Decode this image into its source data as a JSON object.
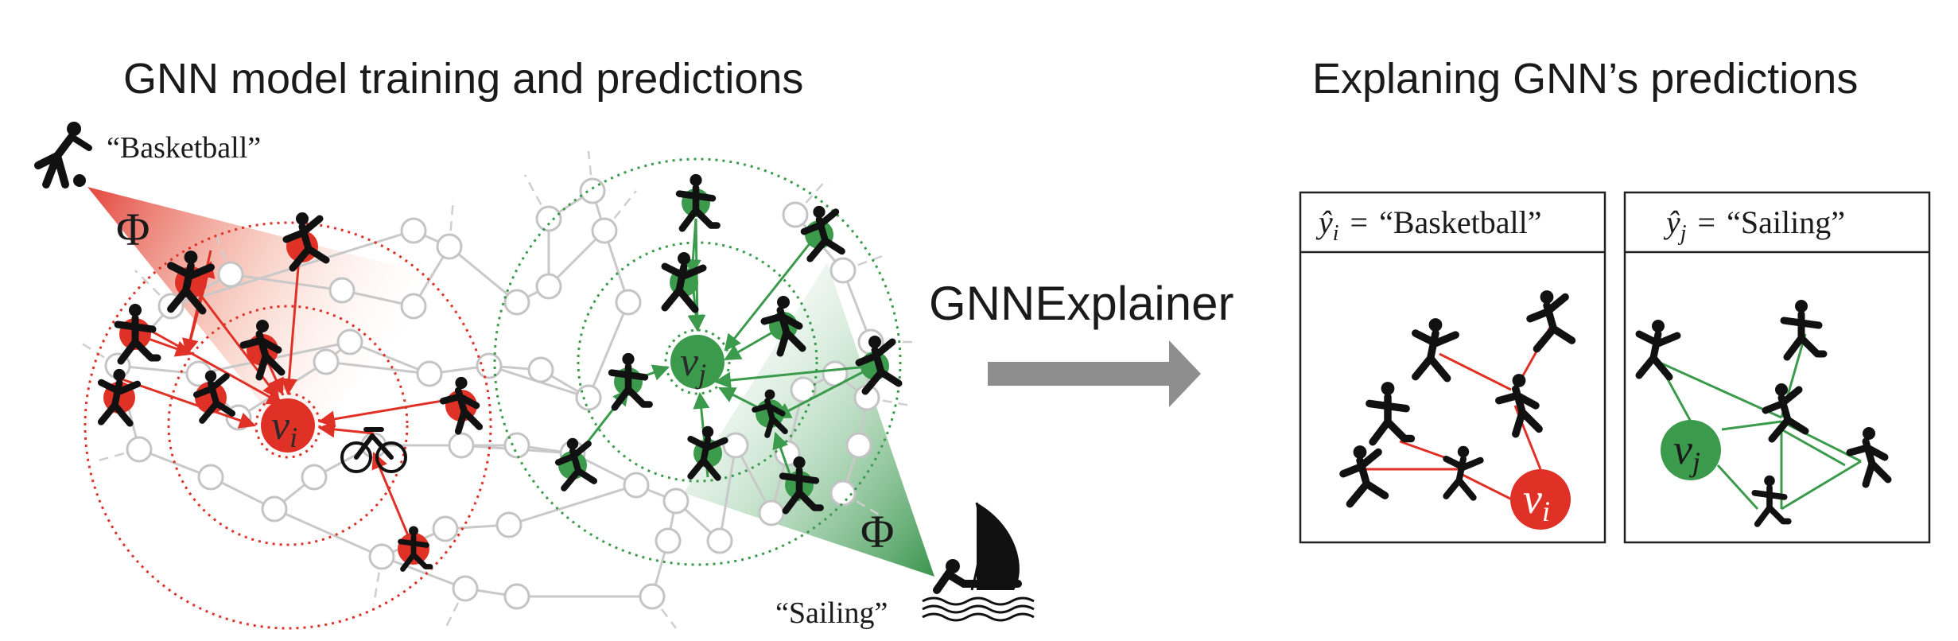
{
  "left_title": "GNN model training and predictions",
  "right_title": "Explaning GNN’s predictions",
  "center_label": "GNNExplainer",
  "label_basketball": "“Basketball”",
  "label_sailing": "“Sailing”",
  "phi_symbol": "Φ",
  "node_vi": {
    "base": "v",
    "sub": "i"
  },
  "node_vj": {
    "base": "v",
    "sub": "j"
  },
  "panel_i": {
    "yhat": "ŷ",
    "sub": "i",
    "eq": "=",
    "value": "“Basketball”"
  },
  "panel_j": {
    "yhat": "ŷ",
    "sub": "j",
    "eq": "=",
    "value": "“Sailing”"
  },
  "colors": {
    "red": "#e03127",
    "green": "#3b9a4b",
    "grey_edge": "#c8c8c8",
    "arrow": "#8c8c8c",
    "ink": "#111111"
  }
}
